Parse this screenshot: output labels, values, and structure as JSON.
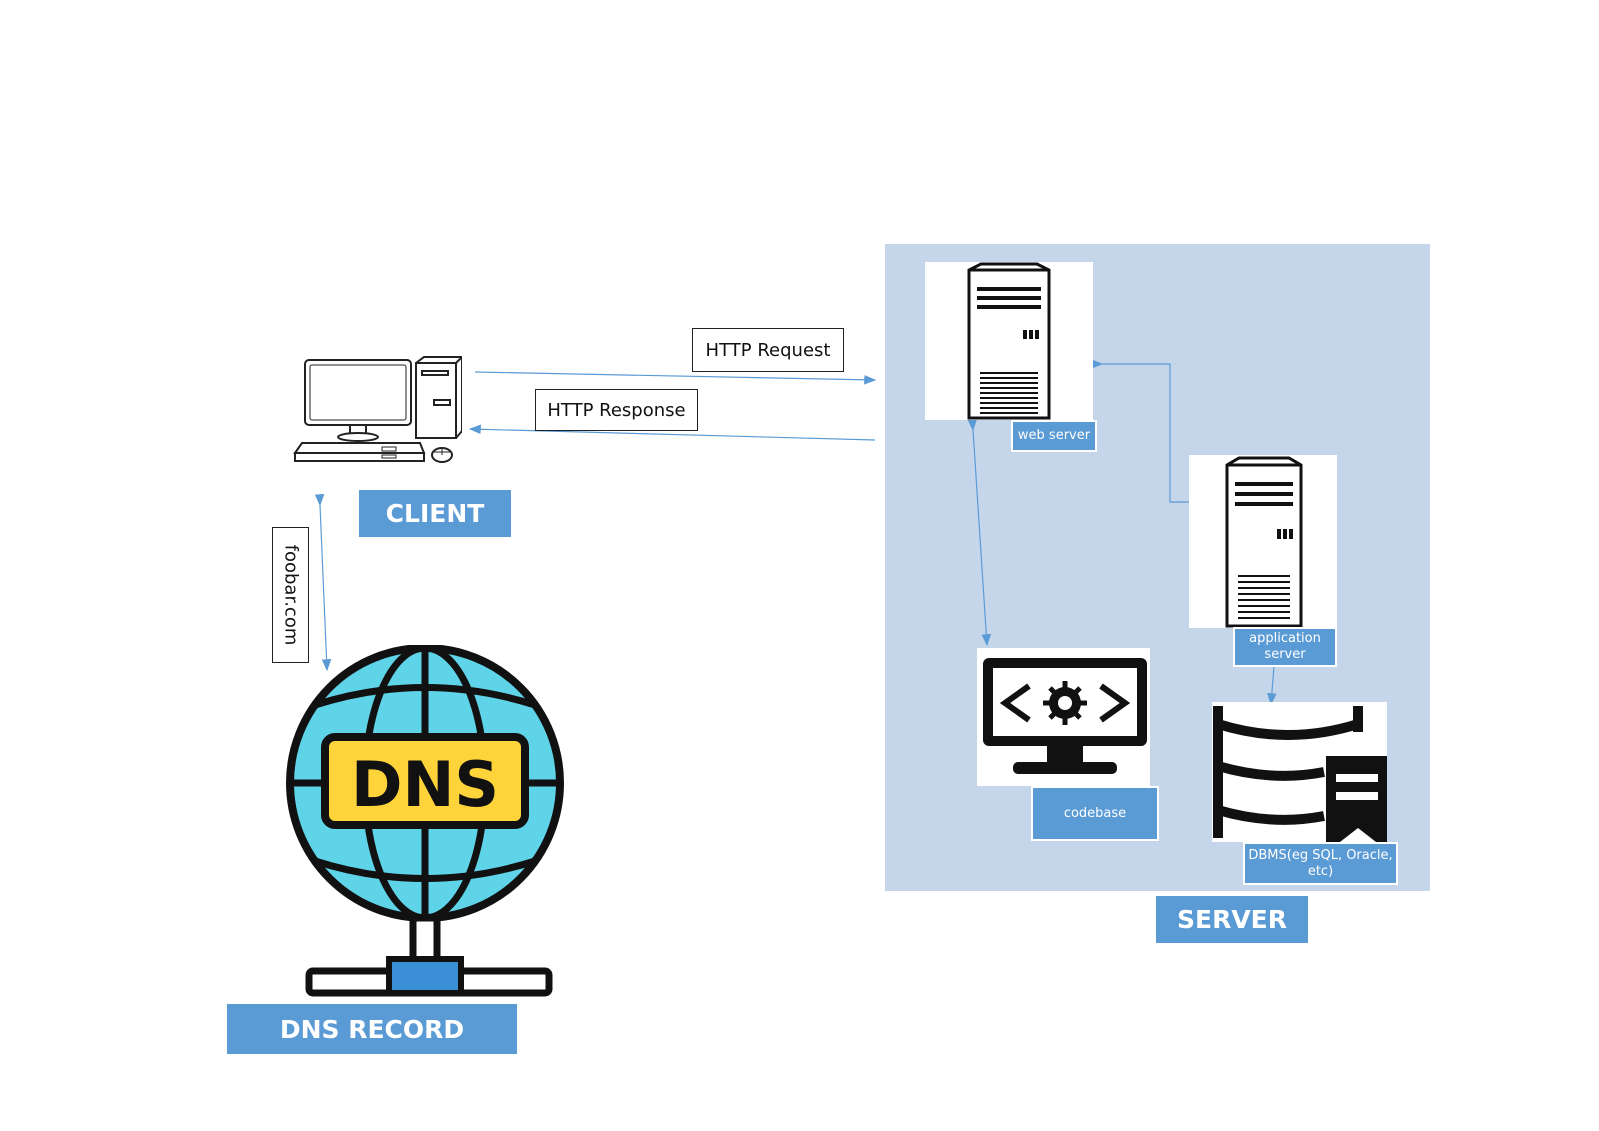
{
  "client": {
    "label": "CLIENT"
  },
  "dns": {
    "label": "DNS RECORD",
    "icon_text": "DNS",
    "query": "foobar.com"
  },
  "messages": {
    "request": "HTTP Request",
    "response": "HTTP Response"
  },
  "server": {
    "label": "SERVER",
    "web_server": "web server",
    "application_server": "application server",
    "codebase": "codebase",
    "dbms": "DBMS(eg SQL, Oracle, etc)"
  },
  "colors": {
    "accent": "#5b9bd5",
    "panel": "#c5d5ea",
    "arrow": "#5b9bd5",
    "globe": "#5fd3e8",
    "dns_badge": "#ffd43b"
  }
}
